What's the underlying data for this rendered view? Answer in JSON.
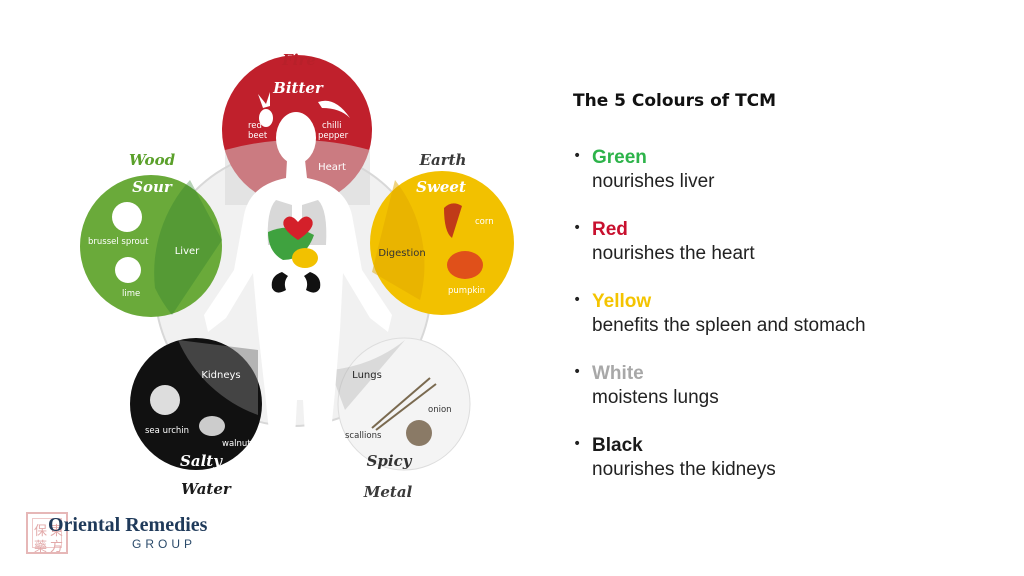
{
  "diagram": {
    "elements": [
      {
        "element": "Fire",
        "taste": "Bitter",
        "organ": "Heart",
        "foods": [
          "red beet",
          "chilli pepper"
        ],
        "color": "#c0202c"
      },
      {
        "element": "Wood",
        "taste": "Sour",
        "organ": "Liver",
        "foods": [
          "brussel sprout",
          "lime"
        ],
        "color": "#6aaa3a"
      },
      {
        "element": "Earth",
        "taste": "Sweet",
        "organ": "Digestion",
        "foods": [
          "corn",
          "pumpkin"
        ],
        "color": "#f2c100"
      },
      {
        "element": "Water",
        "taste": "Salty",
        "organ": "Kidneys",
        "foods": [
          "sea urchin",
          "walnut"
        ],
        "color": "#111111"
      },
      {
        "element": "Metal",
        "taste": "Spicy",
        "organ": "Lungs",
        "foods": [
          "onion",
          "scallions"
        ],
        "color": "#f4f4f4"
      }
    ],
    "label_colors": {
      "fire": "#b8202a",
      "wood": "#5aa02a",
      "earth": "#3a3a3a",
      "water": "#1a1a1a",
      "metal": "#3a3a3a"
    }
  },
  "panel": {
    "title": "The 5 Colours of TCM",
    "items": [
      {
        "name": "Green",
        "desc": "nourishes liver",
        "color": "#2db34a"
      },
      {
        "name": "Red",
        "desc": "nourishes the heart",
        "color": "#c8102e"
      },
      {
        "name": "Yellow",
        "desc": "benefits the spleen and stomach",
        "color": "#f4c400"
      },
      {
        "name": "White",
        "desc": "moistens lungs",
        "color": "#a8a8a8"
      },
      {
        "name": "Black",
        "desc": "nourishes the kidneys",
        "color": "#1a1a1a"
      }
    ]
  },
  "logo": {
    "brand": "Oriental Remedies",
    "group": "GROUP"
  }
}
